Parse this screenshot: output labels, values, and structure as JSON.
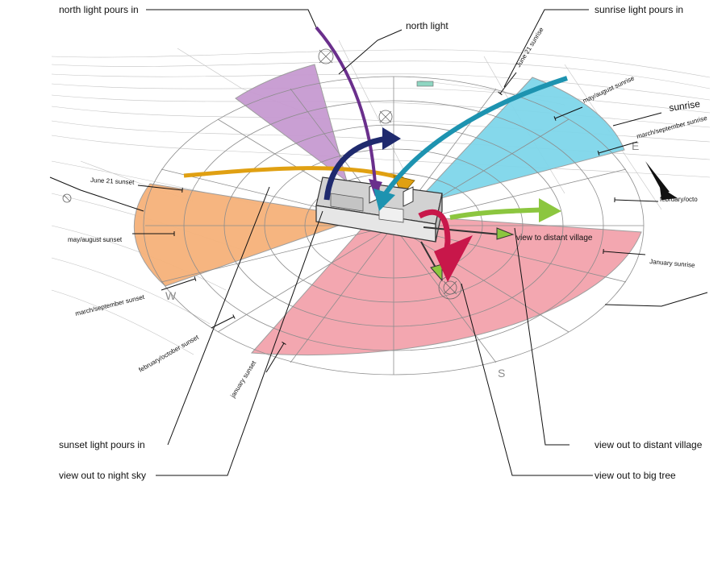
{
  "callouts": {
    "north_light_pours_in": "north light pours in",
    "north_light": "north light",
    "sunrise_light_pours_in": "sunrise light pours in",
    "sunrise": "sunrise",
    "sunset_light_pours_in": "sunset light pours in",
    "view_night_sky": "view out to night sky",
    "view_distant_village": "view out to distant village",
    "view_big_tree": "view out to big tree",
    "view_distant_village_inline": "view to distant village"
  },
  "sun_labels": {
    "june21_sunrise": "June 21 sunrise",
    "may_aug_sunrise": "may/august sunrise",
    "mar_sep_sunrise": "march/september sunrise",
    "feb_oct_sunrise": "february/octo",
    "jan_sunrise": "January sunrise",
    "june21_sunset": "June 21 sunset",
    "may_aug_sunset": "may/august sunset",
    "mar_sep_sunset": "march/september sunset",
    "feb_oct_sunset": "february/october sunset",
    "jan_sunset": "january sunset"
  },
  "compass": {
    "south": "S",
    "east": "E",
    "west": "W"
  },
  "colors": {
    "north_wedge": "#c79ad1",
    "sunrise_wedge": "#7fd6ea",
    "sunset_wedge": "#f6b27a",
    "south_wedge": "#f3a3ac",
    "arrow_purple": "#6a2f8c",
    "arrow_navy": "#1f2a6e",
    "arrow_teal": "#1d93b0",
    "arrow_orange": "#e0a012",
    "arrow_green": "#8cc63f",
    "arrow_red": "#c8174a"
  }
}
